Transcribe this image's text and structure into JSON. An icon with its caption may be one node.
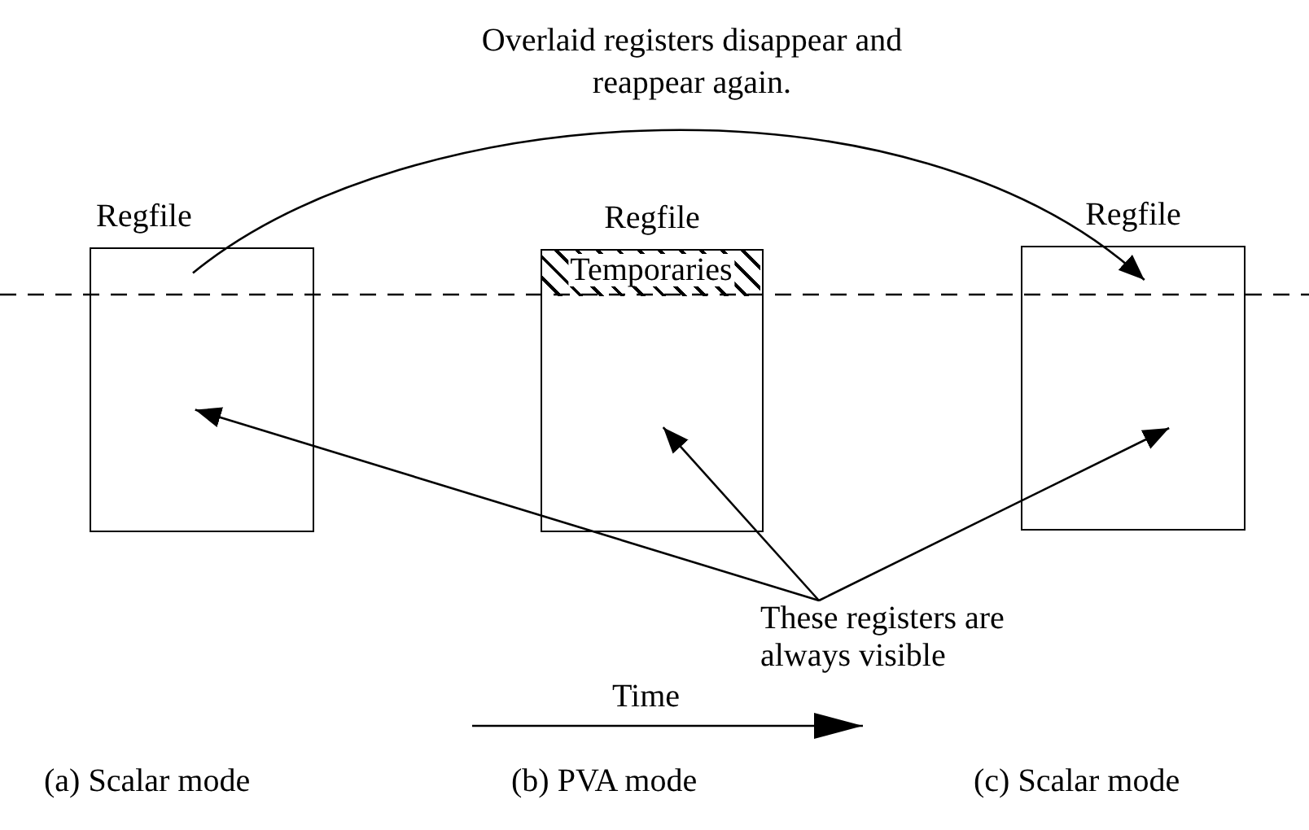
{
  "diagram": {
    "nodes": [
      {
        "text": [
          "Regfile"
        ]
      },
      {
        "text": [
          "Regfile"
        ]
      },
      {
        "text": [
          "Temporaries"
        ],
        "in": 1
      },
      {
        "text": [
          "Regfile"
        ]
      },
      {
        "text": [
          "These registers are always visible"
        ]
      }
    ],
    "edges": [
      {
        "from": 0,
        "to": 3,
        "arrow": "to",
        "label": "Overlaid registers disappear and reappear again."
      },
      {
        "from": 4,
        "to": 0,
        "arrow": "to"
      },
      {
        "from": 4,
        "to": 1,
        "arrow": "to"
      },
      {
        "from": 4,
        "to": 3,
        "arrow": "to"
      }
    ],
    "labels": [
      "Time",
      "(a) Scalar mode",
      "(b) PVA mode",
      "(c) Scalar mode"
    ]
  }
}
